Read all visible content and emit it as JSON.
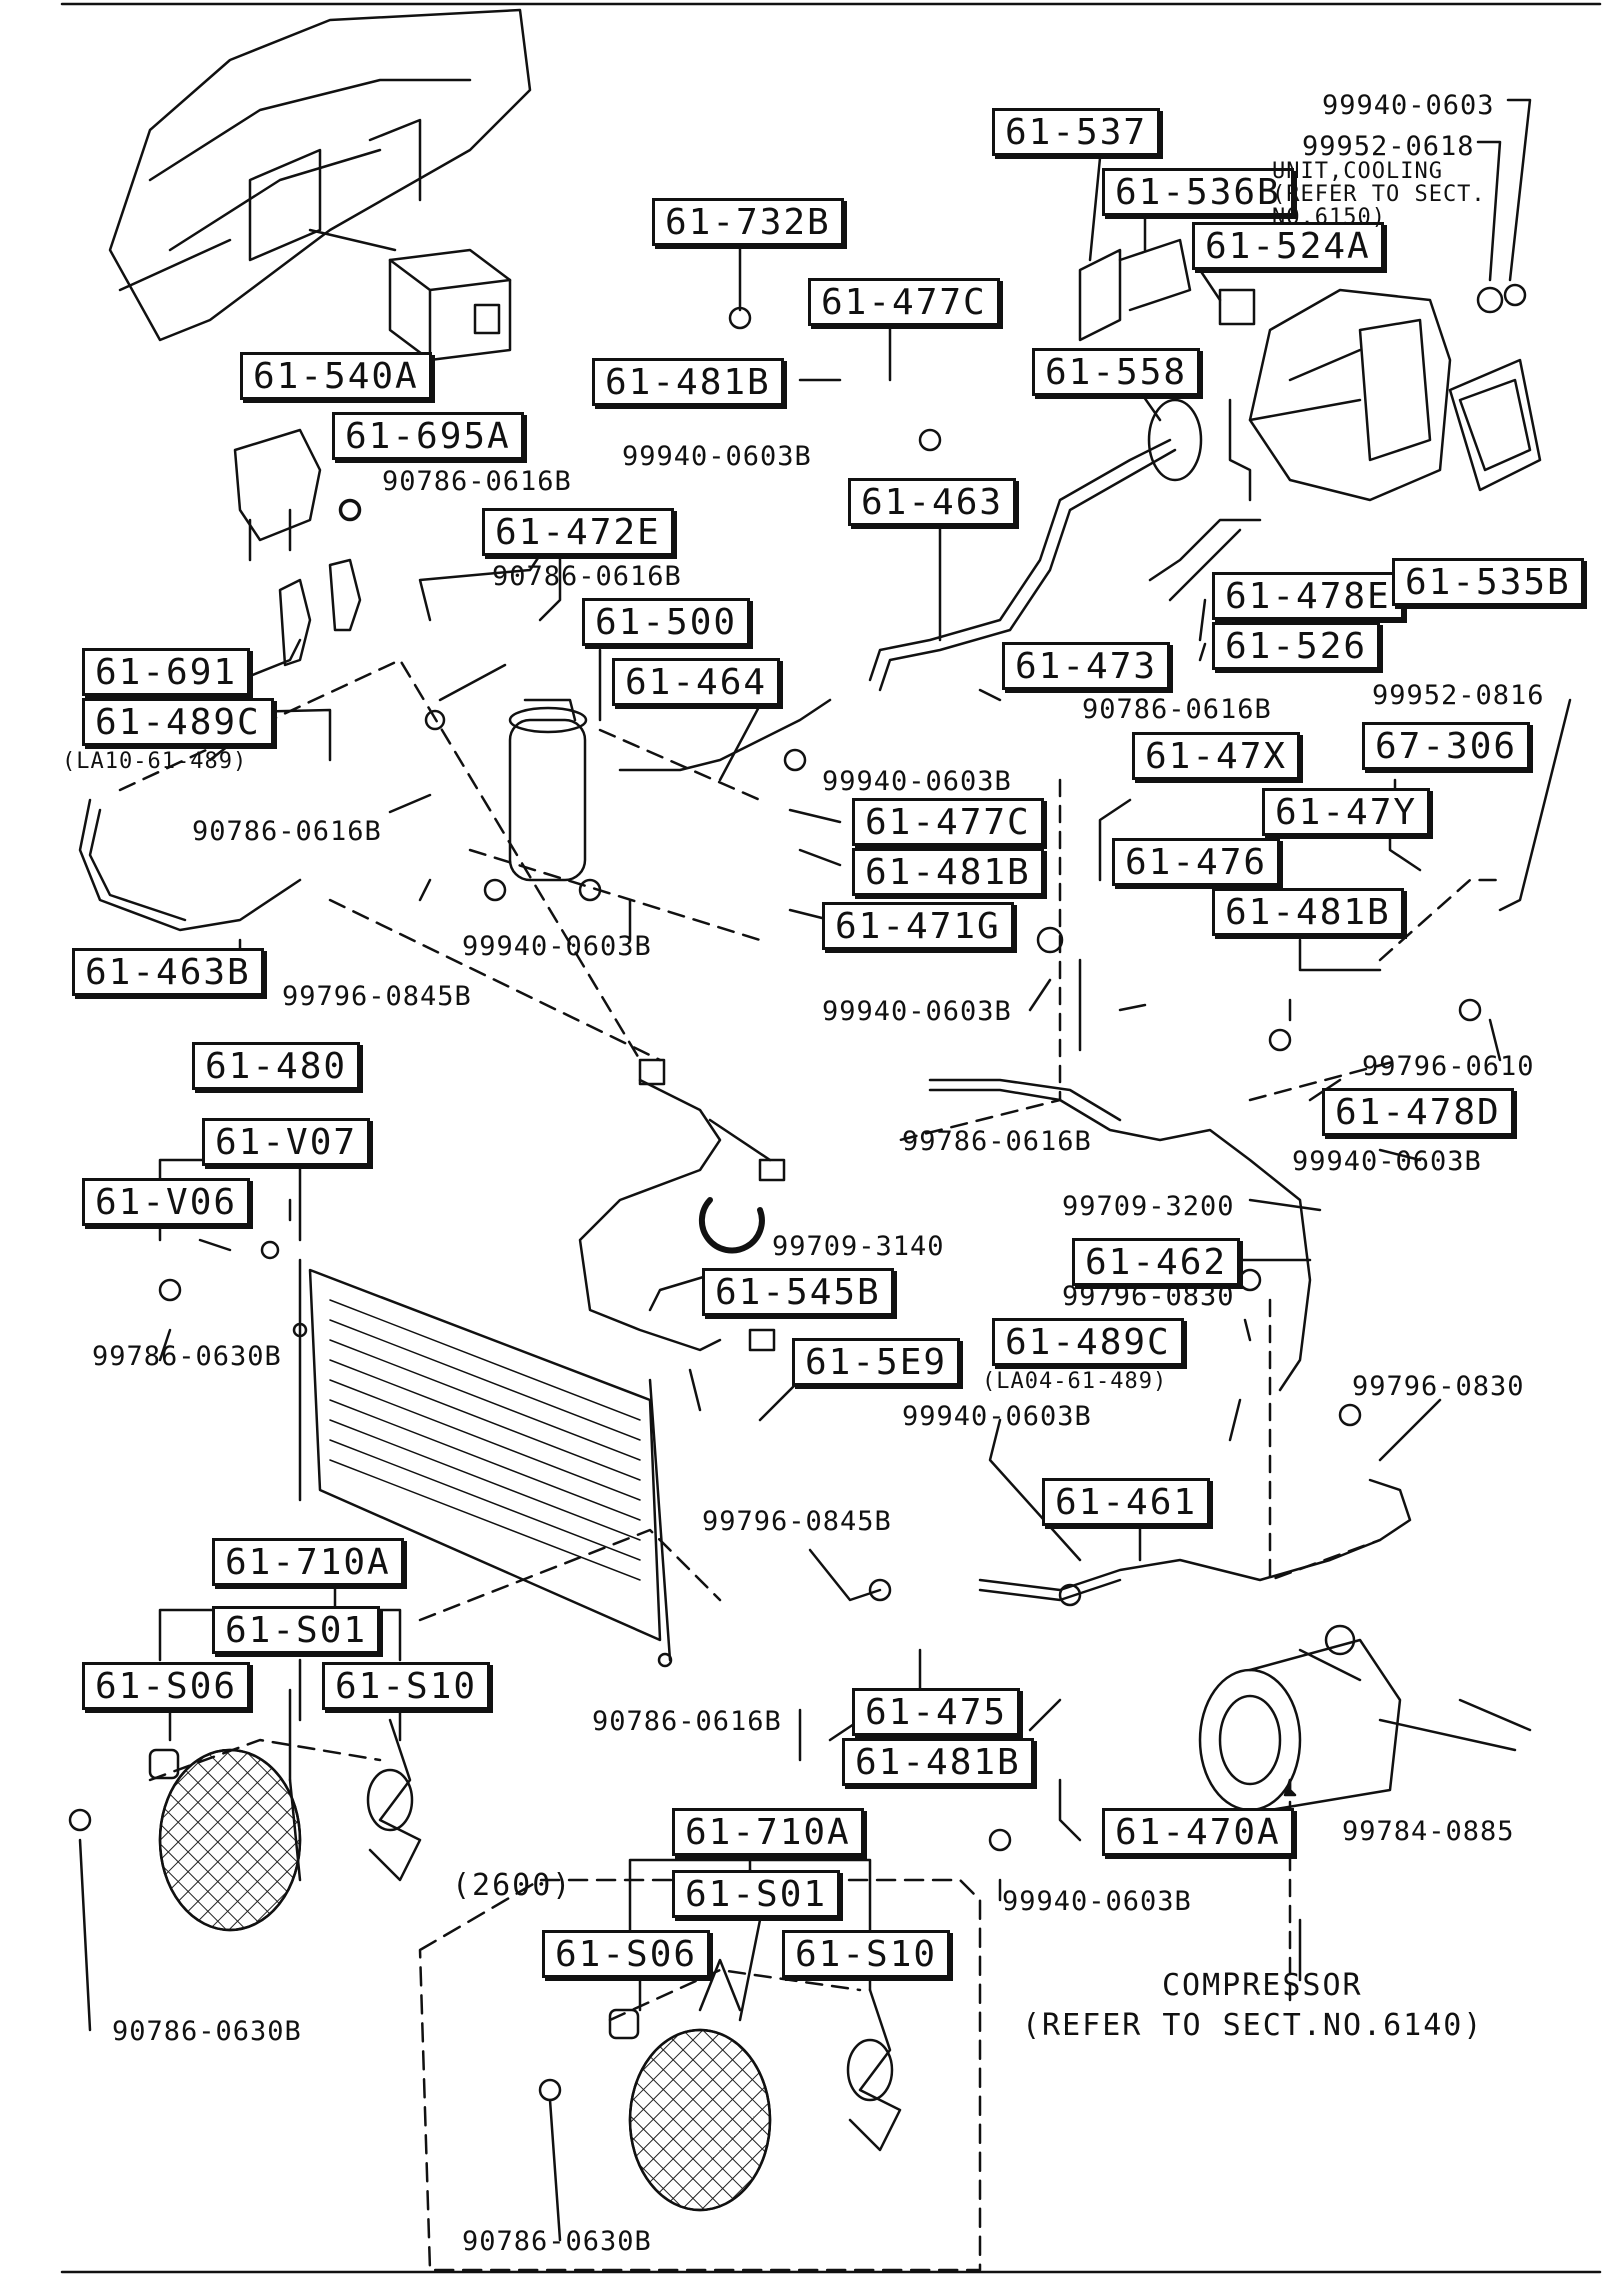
{
  "boxes": {
    "p61_537": "61-537",
    "p61_536B": "61-536B",
    "p61_524A": "61-524A",
    "p61_732B": "61-732B",
    "p61_477C_top": "61-477C",
    "p61_481B_top": "61-481B",
    "p61_558": "61-558",
    "p61_540A": "61-540A",
    "p61_695A": "61-695A",
    "p61_463": "61-463",
    "p61_472E": "61-472E",
    "p61_500": "61-500",
    "p61_464": "61-464",
    "p61_478E": "61-478E",
    "p61_526": "61-526",
    "p61_535B": "61-535B",
    "p61_473": "61-473",
    "p61_691": "61-691",
    "p61_489C_left": "61-489C",
    "p61_477C_mid": "61-477C",
    "p61_481B_mid": "61-481B",
    "p61_471G": "61-471G",
    "p61_47X": "61-47X",
    "p67_306": "67-306",
    "p61_47Y": "61-47Y",
    "p61_476": "61-476",
    "p61_481B_right": "61-481B",
    "p61_463B": "61-463B",
    "p61_478D": "61-478D",
    "p61_480": "61-480",
    "p61_V07": "61-V07",
    "p61_V06": "61-V06",
    "p61_545B": "61-545B",
    "p61_462": "61-462",
    "p61_489C_right": "61-489C",
    "p61_5E9": "61-5E9",
    "p61_461": "61-461",
    "p61_710A_a": "61-710A",
    "p61_S01_a": "61-S01",
    "p61_S06_a": "61-S06",
    "p61_S10_a": "61-S10",
    "p61_475": "61-475",
    "p61_481B_bottom": "61-481B",
    "p61_470A": "61-470A",
    "p61_710A_b": "61-710A",
    "p61_S01_b": "61-S01",
    "p61_S06_b": "61-S06",
    "p61_S10_b": "61-S10"
  },
  "labels": {
    "n99940_0603": "99940-0603",
    "n99952_0618": "99952-0618",
    "n99940_0603B_top": "99940-0603B",
    "n90786_0616B_a": "90786-0616B",
    "n90786_0616B_b": "90786-0616B",
    "n90786_0616B_c": "90786-0616B",
    "n99940_0603B_b": "99940-0603B",
    "n90786_0616B_d": "90786-0616B",
    "n99940_0603B_c": "99940-0603B",
    "n99796_0845B_a": "99796-0845B",
    "n99952_0816": "99952-0816",
    "n99940_0603B_d": "99940-0603B",
    "n99796_0610": "99796-0610",
    "n99786_0616B": "99786-0616B",
    "n99940_0603B_e": "99940-0603B",
    "n99709_3200": "99709-3200",
    "n99709_3140": "99709-3140",
    "n99796_0830_a": "99796-0830",
    "n99786_0630B": "99786-0630B",
    "n99796_0830_b": "99796-0830",
    "n99940_0603B_f": "99940-0603B",
    "n99796_0845B_b": "99796-0845B",
    "n90786_0616B_e": "90786-0616B",
    "n99784_0885": "99784-0885",
    "n99940_0603B_g": "99940-0603B",
    "n90786_0630B_a": "90786-0630B",
    "n90786_0630B_b": "90786-0630B"
  },
  "notes": {
    "unit_cooling": "UNIT,COOLING\n(REFER TO SECT.\nNO.6150)",
    "la10": "(LA10-61-489)",
    "la04": "(LA04-61-489)",
    "variant_2600": "(2600)",
    "compressor": "COMPRESSOR",
    "compressor_ref": "(REFER TO SECT.NO.6140)"
  }
}
